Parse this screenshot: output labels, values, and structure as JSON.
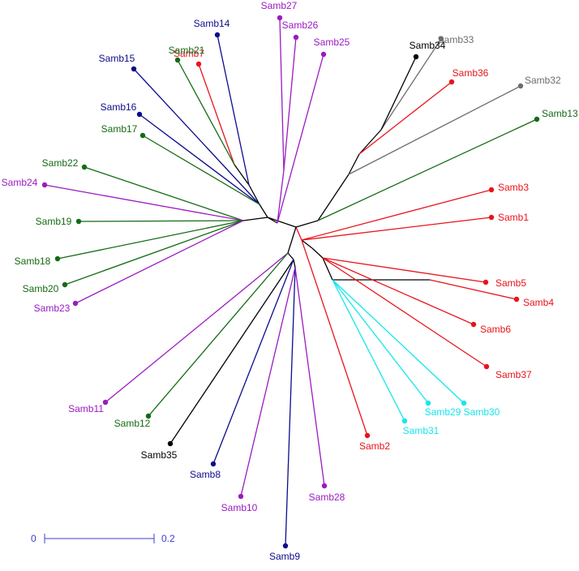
{
  "colors": {
    "black": "#000000",
    "red": "#e8141c",
    "purple": "#9a1bc0",
    "green": "#136b13",
    "blue": "#0c0c8c",
    "cyan": "#14e6ec",
    "gray": "#6d6d6d",
    "scale": "#3c3cd0"
  },
  "scale_bar": {
    "left_label": "0",
    "right_label": "0.2"
  },
  "leaves": [
    {
      "id": "samb1",
      "label": "Samb1",
      "color": "red"
    },
    {
      "id": "samb2",
      "label": "Samb2",
      "color": "red"
    },
    {
      "id": "samb3",
      "label": "Samb3",
      "color": "red"
    },
    {
      "id": "samb4",
      "label": "Samb4",
      "color": "red"
    },
    {
      "id": "samb5",
      "label": "Samb5",
      "color": "red"
    },
    {
      "id": "samb6",
      "label": "Samb6",
      "color": "red"
    },
    {
      "id": "samb7",
      "label": "Samb7",
      "color": "red"
    },
    {
      "id": "samb8",
      "label": "Samb8",
      "color": "blue"
    },
    {
      "id": "samb9",
      "label": "Samb9",
      "color": "blue"
    },
    {
      "id": "samb10",
      "label": "Samb10",
      "color": "purple"
    },
    {
      "id": "samb11",
      "label": "Samb11",
      "color": "purple"
    },
    {
      "id": "samb12",
      "label": "Samb12",
      "color": "green"
    },
    {
      "id": "samb13",
      "label": "Samb13",
      "color": "green"
    },
    {
      "id": "samb14",
      "label": "Samb14",
      "color": "blue"
    },
    {
      "id": "samb15",
      "label": "Samb15",
      "color": "blue"
    },
    {
      "id": "samb16",
      "label": "Samb16",
      "color": "blue"
    },
    {
      "id": "samb17",
      "label": "Samb17",
      "color": "green"
    },
    {
      "id": "samb18",
      "label": "Samb18",
      "color": "green"
    },
    {
      "id": "samb19",
      "label": "Samb19",
      "color": "green"
    },
    {
      "id": "samb20",
      "label": "Samb20",
      "color": "green"
    },
    {
      "id": "samb21",
      "label": "Samb21",
      "color": "green"
    },
    {
      "id": "samb22",
      "label": "Samb22",
      "color": "green"
    },
    {
      "id": "samb23",
      "label": "Samb23",
      "color": "purple"
    },
    {
      "id": "samb24",
      "label": "Samb24",
      "color": "purple"
    },
    {
      "id": "samb25",
      "label": "Samb25",
      "color": "purple"
    },
    {
      "id": "samb26",
      "label": "Samb26",
      "color": "purple"
    },
    {
      "id": "samb27",
      "label": "Samb27",
      "color": "purple"
    },
    {
      "id": "samb28",
      "label": "Samb28",
      "color": "purple"
    },
    {
      "id": "samb29",
      "label": "Samb29",
      "color": "cyan"
    },
    {
      "id": "samb30",
      "label": "Samb30",
      "color": "cyan"
    },
    {
      "id": "samb31",
      "label": "Samb31",
      "color": "cyan"
    },
    {
      "id": "samb32",
      "label": "Samb32",
      "color": "gray"
    },
    {
      "id": "samb33",
      "label": "Samb33",
      "color": "gray"
    },
    {
      "id": "samb34",
      "label": "Samb34",
      "color": "black"
    },
    {
      "id": "samb35",
      "label": "Samb35",
      "color": "black"
    },
    {
      "id": "samb36",
      "label": "Samb36",
      "color": "red"
    },
    {
      "id": "samb37",
      "label": "Samb37",
      "color": "red"
    }
  ]
}
